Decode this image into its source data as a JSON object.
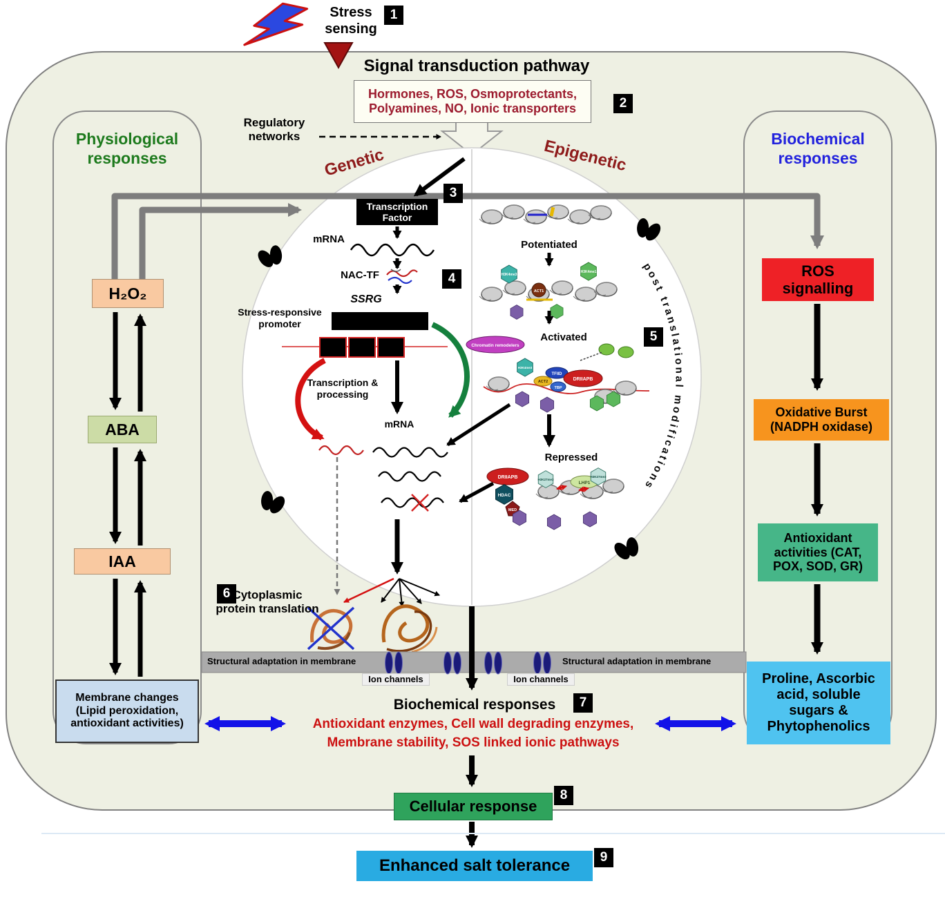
{
  "badges": {
    "b1": "1",
    "b2": "2",
    "b3": "3",
    "b4": "4",
    "b5": "5",
    "b6": "6",
    "b7": "7",
    "b8": "8",
    "b9": "9"
  },
  "top": {
    "stress_l1": "Stress",
    "stress_l2": "sensing",
    "signal_title": "Signal transduction pathway",
    "mediators_l1": "Hormones, ROS, Osmoprotectants,",
    "mediators_l2": "Polyamines, NO, Ionic transporters",
    "regulatory_l1": "Regulatory",
    "regulatory_l2": "networks"
  },
  "left_panel": {
    "title_l1": "Physiological",
    "title_l2": "responses",
    "h2o2": "H₂O₂",
    "aba": "ABA",
    "iaa": "IAA",
    "membrane_l1": "Membrane changes",
    "membrane_l2": "(Lipid peroxidation,",
    "membrane_l3": "antioxidant activities)"
  },
  "right_panel": {
    "title_l1": "Biochemical",
    "title_l2": "responses",
    "ros_l1": "ROS",
    "ros_l2": "signalling",
    "burst_l1": "Oxidative Burst",
    "burst_l2": "(NADPH oxidase)",
    "antiox_l1": "Antioxidant",
    "antiox_l2": "activities (CAT,",
    "antiox_l3": "POX, SOD, GR)",
    "proline_l1": "Proline, Ascorbic",
    "proline_l2": "acid, soluble",
    "proline_l3": "sugars &",
    "proline_l4": "Phytophenolics"
  },
  "genetic": {
    "label": "Genetic",
    "tf_l1": "Transcription",
    "tf_l2": "Factor",
    "mrna1": "mRNA",
    "nac": "NAC-TF",
    "ssrg": "SSRG",
    "promoter_l1": "Stress-responsive",
    "promoter_l2": "promoter",
    "processing_l1": "Transcription &",
    "processing_l2": "processing",
    "mrna2": "mRNA"
  },
  "epigenetic": {
    "label": "Epigenetic",
    "potentiated": "Potentiated",
    "activated": "Activated",
    "repressed": "Repressed",
    "ptm": "post translational modifications",
    "chromatin": "Chromatin remodelers",
    "driiapb": "DRIIAPB",
    "hdac": "HDAC",
    "med": "MED",
    "lhp1": "LHP1",
    "tbp": "TBP",
    "tfiid": "TFIID",
    "act1": "ACT1",
    "act2": "ACT2",
    "h3k4me3": "H3K4me3",
    "h3k4me1": "H3K4me1",
    "h3k27me3": "H3K27me3"
  },
  "bottom": {
    "cyto_l1": "Cytoplasmic",
    "cyto_l2": "protein translation",
    "membrane_label": "Structural adaptation in membrane",
    "ion_channels": "Ion channels",
    "biochem_title": "Biochemical responses",
    "biochem_l1": "Antioxidant enzymes, Cell wall degrading enzymes,",
    "biochem_l2": "Membrane stability, SOS linked ionic pathways",
    "cellular": "Cellular response",
    "enhanced": "Enhanced salt tolerance"
  },
  "colors": {
    "background": "#eef0e3",
    "accent_red": "#ee2126",
    "accent_orange": "#f7941e",
    "accent_green": "#46b688",
    "accent_sky": "#4fc3f0",
    "maroon": "#9c1b2e",
    "physio_green": "#1d7a1d",
    "biochem_blue": "#2222dd",
    "peach": "#f9c9a1",
    "pale_green": "#ccdca6",
    "pale_blue": "#c9dcee",
    "cellular_green": "#2fa35c",
    "enhanced_blue": "#29abe2",
    "arrow_blue": "#1212e8",
    "arrow_gray": "#7d7d7d"
  }
}
